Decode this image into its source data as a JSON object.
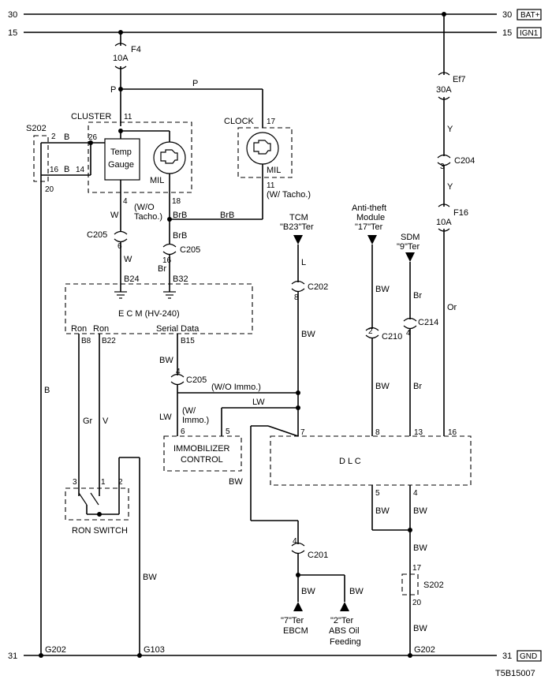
{
  "rails": {
    "bat_num_left": "30",
    "bat_num_right": "30",
    "bat_label": "BAT+",
    "ign_num_left": "15",
    "ign_num_right": "15",
    "ign_label": "IGN1",
    "gnd_num_left": "31",
    "gnd_num_right": "31",
    "gnd_label": "GND"
  },
  "fuses": {
    "f4_name": "F4",
    "f4_rating": "10A",
    "ef7_name": "Ef7",
    "ef7_rating": "30A",
    "f16_name": "F16",
    "f16_rating": "10A"
  },
  "wires": {
    "p1": "P",
    "p2": "P",
    "y1": "Y",
    "y2": "Y",
    "b_s202a": "B",
    "b_s202b": "B",
    "b_long": "B",
    "w1": "W",
    "w2": "W",
    "brb1": "BrB",
    "brb2": "BrB",
    "brb3": "BrB",
    "br1": "Br",
    "br2": "Br",
    "br3": "Br",
    "l_tcm": "L",
    "bw_tcm": "BW",
    "bw_ecm": "BW",
    "gr": "Gr",
    "v": "V",
    "lw_immo": "LW",
    "lw_dlc": "LW",
    "bw_dlc7": "BW",
    "bw_anti1": "BW",
    "bw_anti2": "BW",
    "or": "Or",
    "bw_ron": "BW",
    "bw_dlc5": "BW",
    "bw_dlc4": "BW",
    "bw_dlc4b": "BW",
    "bw_s202": "BW",
    "bw_ebcm": "BW",
    "bw_abs": "BW",
    "wo_immo": "(W/O Immo.)"
  },
  "cluster": {
    "title": "CLUSTER",
    "pin_top": "11",
    "pin_26": "26",
    "pin_4": "4",
    "pin_18": "18",
    "gauge_l1": "Temp",
    "gauge_l2": "Gauge",
    "mil": "MIL",
    "note_l1": "(W/O",
    "note_l2": "Tacho.)"
  },
  "clock": {
    "title": "CLOCK",
    "pin_17": "17",
    "pin_11": "11",
    "mil": "MIL",
    "note": "(W/ Tacho.)"
  },
  "s202": {
    "name": "S202",
    "pin2": "2",
    "pin16": "16",
    "pin14": "14",
    "pin20": "20"
  },
  "connectors": {
    "c205a_name": "C205",
    "c205a_pin": "6",
    "c205b_name": "C205",
    "c205b_pin": "16",
    "c205c_name": "C205",
    "c205c_pin": "4",
    "c202_name": "C202",
    "c202_pin": "8",
    "c210_name": "C210",
    "c210_pin": "2",
    "c214_name": "C214",
    "c214_pin": "4",
    "c204_name": "C204",
    "c204_pin": "3",
    "c201_name": "C201",
    "c201_pin": "4"
  },
  "ecm": {
    "title": "E C M (HV-240)",
    "pin_b24": "B24",
    "pin_b32": "B32",
    "ron1": "Ron",
    "ron2": "Ron",
    "serial": "Serial Data",
    "pin_b8": "B8",
    "pin_b22": "B22",
    "pin_b15": "B15"
  },
  "tcm": {
    "l1": "TCM",
    "l2": "\"B23\"Ter"
  },
  "anti_theft": {
    "l1": "Anti-theft",
    "l2": "Module",
    "l3": "\"17\"Ter"
  },
  "sdm": {
    "l1": "SDM",
    "l2": "\"9\"Ter"
  },
  "immobilizer": {
    "l1": "IMMOBILIZER",
    "l2": "CONTROL",
    "pin6": "6",
    "pin5": "5",
    "note_l1": "(W/",
    "note_l2": "Immo.)"
  },
  "dlc": {
    "title": "D  L  C",
    "pin7": "7",
    "pin8": "8",
    "pin13": "13",
    "pin16": "16",
    "pin5": "5",
    "pin4": "4"
  },
  "ron_switch": {
    "title": "RON SWITCH",
    "pin3": "3",
    "pin1": "1",
    "pin2": "2"
  },
  "s202b": {
    "name": "S202",
    "pin17": "17",
    "pin20": "20"
  },
  "ebcm": {
    "l1": "\"7\"Ter",
    "l2": "EBCM"
  },
  "abs": {
    "l1": "\"2\"Ter",
    "l2": "ABS Oil",
    "l3": "Feeding"
  },
  "grounds": {
    "g202a": "G202",
    "g103": "G103",
    "g202b": "G202"
  },
  "figure_id": "T5B15007"
}
